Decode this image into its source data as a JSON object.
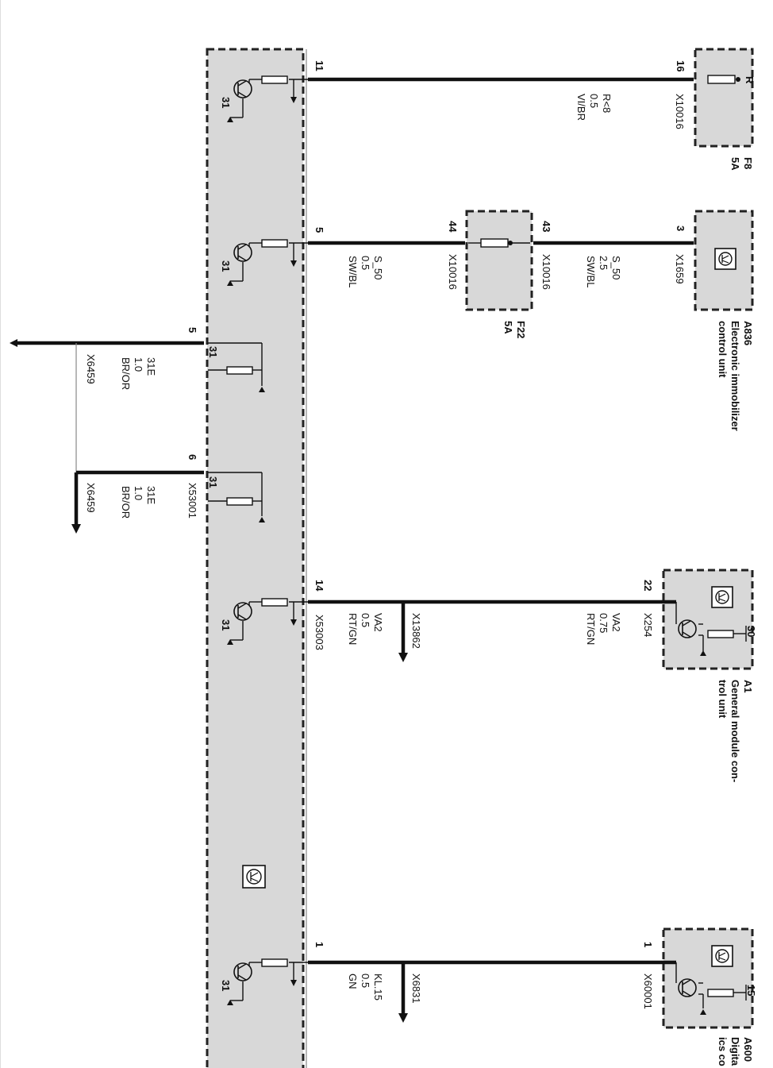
{
  "diagram": {
    "components": {
      "f8": {
        "name": "F8",
        "rating": "5A",
        "pin_r": "R"
      },
      "f22": {
        "name": "F22",
        "rating": "5A"
      },
      "a836": {
        "name": "A836",
        "desc_line1": "Electronic immobilizer",
        "desc_line2": "control unit"
      },
      "a1": {
        "name": "A1",
        "desc_line1": "General module con-",
        "desc_line2": "trol unit",
        "pin30": "30"
      },
      "a600": {
        "name": "A600",
        "desc_line1": "Digita",
        "desc_line2": "ics co",
        "pin15": "15"
      }
    },
    "circuits": {
      "c1": {
        "pin_left": "11",
        "pin_right": "16",
        "signal": "R<8",
        "size": "0.5",
        "color": "VI/BR",
        "connector": "X10016"
      },
      "c2a": {
        "pin_left": "5",
        "pin_right": "44",
        "signal": "S_50",
        "size": "0.5",
        "color": "SW/BL",
        "connector": "X10016"
      },
      "c2b": {
        "pin_left": "43",
        "pin_right": "3",
        "signal": "S_50",
        "size": "2.5",
        "color": "SW/BL",
        "connector_left": "X10016",
        "connector_right": "X1659"
      },
      "g1": {
        "pin": "5",
        "gnd": "31",
        "signal": "31E",
        "size": "1.0",
        "color": "BR/OR",
        "connector": "X6459"
      },
      "g2": {
        "pin": "6",
        "gnd": "31",
        "signal": "31E",
        "size": "1.0",
        "color": "BR/OR",
        "connector": "X6459",
        "connector_module": "X53001"
      },
      "c3": {
        "pin_left": "14",
        "pin_right": "22",
        "connector_module": "X53003",
        "signal_l": "VA2",
        "size_l": "0.5",
        "color_l": "RT/GN",
        "branch": "X13862",
        "signal_r": "VA2",
        "size_r": "0.75",
        "color_r": "RT/GN",
        "connector_right": "X254"
      },
      "c4": {
        "pin_left": "1",
        "pin_right": "1",
        "signal": "KL.15",
        "size": "0.5",
        "color": "GN",
        "branch": "X6831",
        "connector_right": "X60001"
      }
    },
    "module_ground_label": "31"
  }
}
